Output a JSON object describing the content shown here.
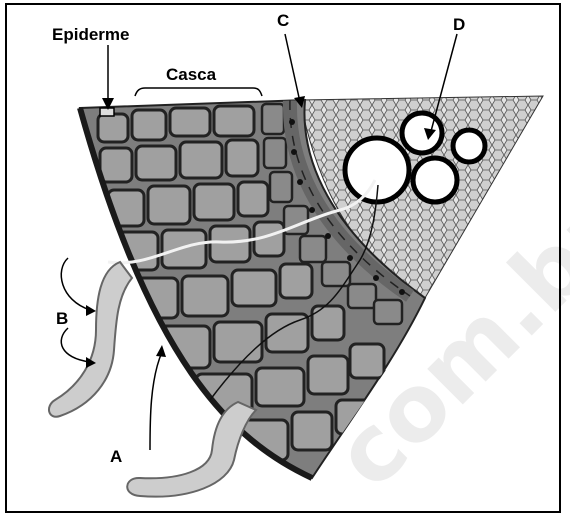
{
  "labels": {
    "epiderme": "Epiderme",
    "casca": "Casca",
    "a": "A",
    "b": "B",
    "c": "C",
    "d": "D"
  },
  "watermark": "com.br",
  "colors": {
    "cell_fill": "#8c8c8c",
    "cell_wall": "#2a2a2a",
    "stele_fill": "#d6d6d6",
    "root_hair": "#c8c8c8",
    "line": "#000000"
  }
}
